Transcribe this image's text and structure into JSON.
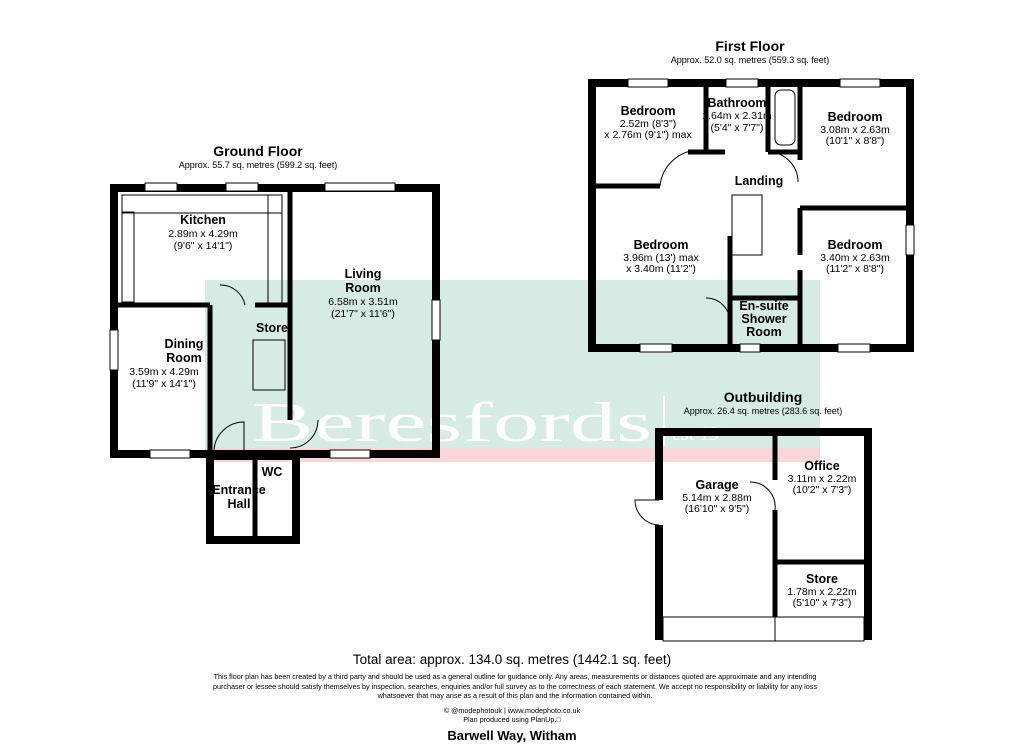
{
  "watermark": {
    "brand": "Beresfords",
    "tagline": "est 19",
    "band_color": "#d6ebe4",
    "strip_color": "#f8d6da"
  },
  "floors": {
    "ground": {
      "title": "Ground Floor",
      "area": "Approx. 55.7 sq. metres (599.2 sq. feet)",
      "rooms": {
        "kitchen": {
          "name": "Kitchen",
          "dim1": "2.89m x 4.29m",
          "dim2": "(9'6\" x 14'1\")"
        },
        "living": {
          "name1": "Living",
          "name2": "Room",
          "dim1": "6.58m x 3.51m",
          "dim2": "(21'7\" x 11'6\")"
        },
        "dining": {
          "name1": "Dining",
          "name2": "Room",
          "dim1": "3.59m x 4.29m",
          "dim2": "(11'9\" x 14'1\")"
        },
        "store": {
          "name": "Store"
        },
        "wc": {
          "name": "WC"
        },
        "hall": {
          "name1": "Entrance",
          "name2": "Hall"
        }
      }
    },
    "first": {
      "title": "First Floor",
      "area": "Approx. 52.0 sq. metres (559.3 sq. feet)",
      "rooms": {
        "bed1": {
          "name": "Bedroom",
          "dim1": "2.52m (8'3\")",
          "dim2": "x 2.76m (9'1\") max"
        },
        "bath": {
          "name": "Bathroom",
          "dim1": "1.64m x 2.31m",
          "dim2": "(5'4\" x 7'7\")"
        },
        "bed2": {
          "name": "Bedroom",
          "dim1": "3.08m x 2.63m",
          "dim2": "(10'1\" x 8'8\")"
        },
        "landing": {
          "name": "Landing"
        },
        "bed3": {
          "name": "Bedroom",
          "dim1": "3.96m (13') max",
          "dim2": "x 3.40m (11'2\")"
        },
        "bed4": {
          "name": "Bedroom",
          "dim1": "3.40m x 2.63m",
          "dim2": "(11'2\" x 8'8\")"
        },
        "ensuite": {
          "name1": "En-suite",
          "name2": "Shower",
          "name3": "Room"
        }
      }
    },
    "outbuilding": {
      "title": "Outbuilding",
      "area": "Approx. 26.4 sq. metres (283.6 sq. feet)",
      "rooms": {
        "garage": {
          "name": "Garage",
          "dim1": "5.14m x 2.88m",
          "dim2": "(16'10\" x 9'5\")"
        },
        "office": {
          "name": "Office",
          "dim1": "3.11m x 2.22m",
          "dim2": "(10'2\" x 7'3\")"
        },
        "store": {
          "name": "Store",
          "dim1": "1.78m x 2.22m",
          "dim2": "(5'10\" x 7'3\")"
        }
      }
    }
  },
  "footer": {
    "total": "Total area: approx. 134.0 sq. metres (1442.1 sq. feet)",
    "disclaimer": "This floor plan has been created by a third party and should be used as a general outline for guidance only. Any areas, measurements or distances quoted are approximate and any intending purchaser or lessee should satisfy themselves by inspection, searches, enquiries and/or full survey as to the correctness of each statement. We accept no responsibility or liability for any loss whatsoever that may arise as a result of this plan and the information contained within.",
    "credit1": "© @modephotouk | www.modephoto.co.uk",
    "credit2": "Plan  produced  using  PlanUp.□",
    "address": "Barwell Way, Witham"
  }
}
